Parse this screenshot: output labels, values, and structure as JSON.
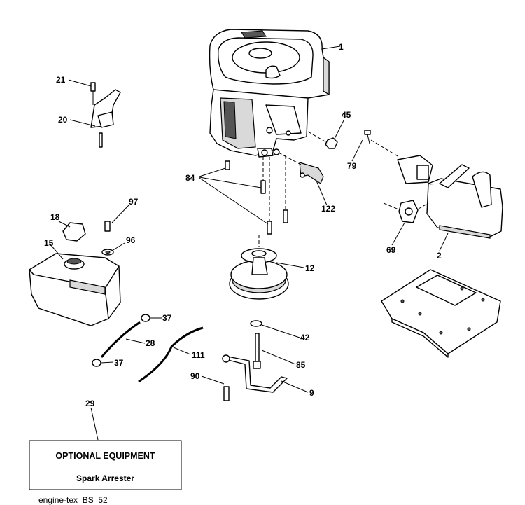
{
  "callouts": {
    "c1": "1",
    "c21": "21",
    "c20": "20",
    "c45": "45",
    "c79": "79",
    "c84": "84",
    "c122": "122",
    "c97": "97",
    "c18": "18",
    "c96": "96",
    "c15": "15",
    "c69": "69",
    "c2": "2",
    "c12": "12",
    "c37a": "37",
    "c28": "28",
    "c37b": "37",
    "c111": "111",
    "c42": "42",
    "c85": "85",
    "c90": "90",
    "c9": "9",
    "c29": "29"
  },
  "optional_box": {
    "title": "OPTIONAL EQUIPMENT",
    "item": "Spark Arrester"
  },
  "footer_code": "engine-tex  BS  52",
  "colors": {
    "line": "#000000",
    "background": "#ffffff",
    "shade": "#d9d9d9"
  }
}
